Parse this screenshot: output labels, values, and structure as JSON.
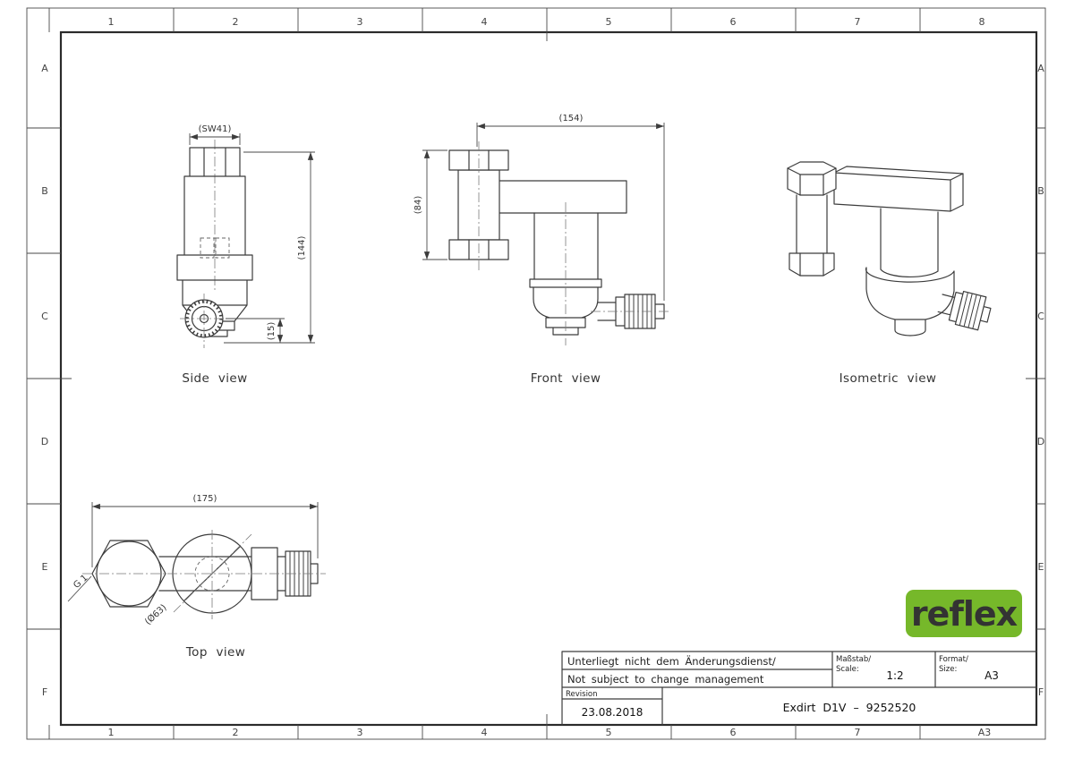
{
  "frame": {
    "columns": [
      "1",
      "2",
      "3",
      "4",
      "5",
      "6",
      "7",
      "8"
    ],
    "rows": [
      "A",
      "B",
      "C",
      "D",
      "E",
      "F"
    ],
    "corner_format": "A3"
  },
  "views": {
    "side": {
      "label": "Side view",
      "dim_width": "(SW41)",
      "dim_height": "(144)",
      "dim_offset": "(15)"
    },
    "front": {
      "label": "Front view",
      "dim_width": "(154)",
      "dim_height": "(84)"
    },
    "isometric": {
      "label": "Isometric view"
    },
    "top": {
      "label": "Top view",
      "dim_width": "(175)",
      "thread_label": "G 1",
      "dim_diameter": "(Ø63)"
    }
  },
  "title_block": {
    "change_note_de": "Unterliegt nicht dem Änderungsdienst/",
    "change_note_en": "Not subject to change management",
    "revision_label": "Revision",
    "revision_date": "23.08.2018",
    "scale_label_de": "Maßstab/",
    "scale_label_en": "Scale:",
    "scale_value": "1:2",
    "format_label_de": "Format/",
    "format_label_en": "Size:",
    "format_value": "A3",
    "drawing_title": "Exdirt D1V – 9252520"
  },
  "logo": {
    "text": "reflex",
    "background_color": "#76b82a",
    "text_color": "#ffffff"
  }
}
